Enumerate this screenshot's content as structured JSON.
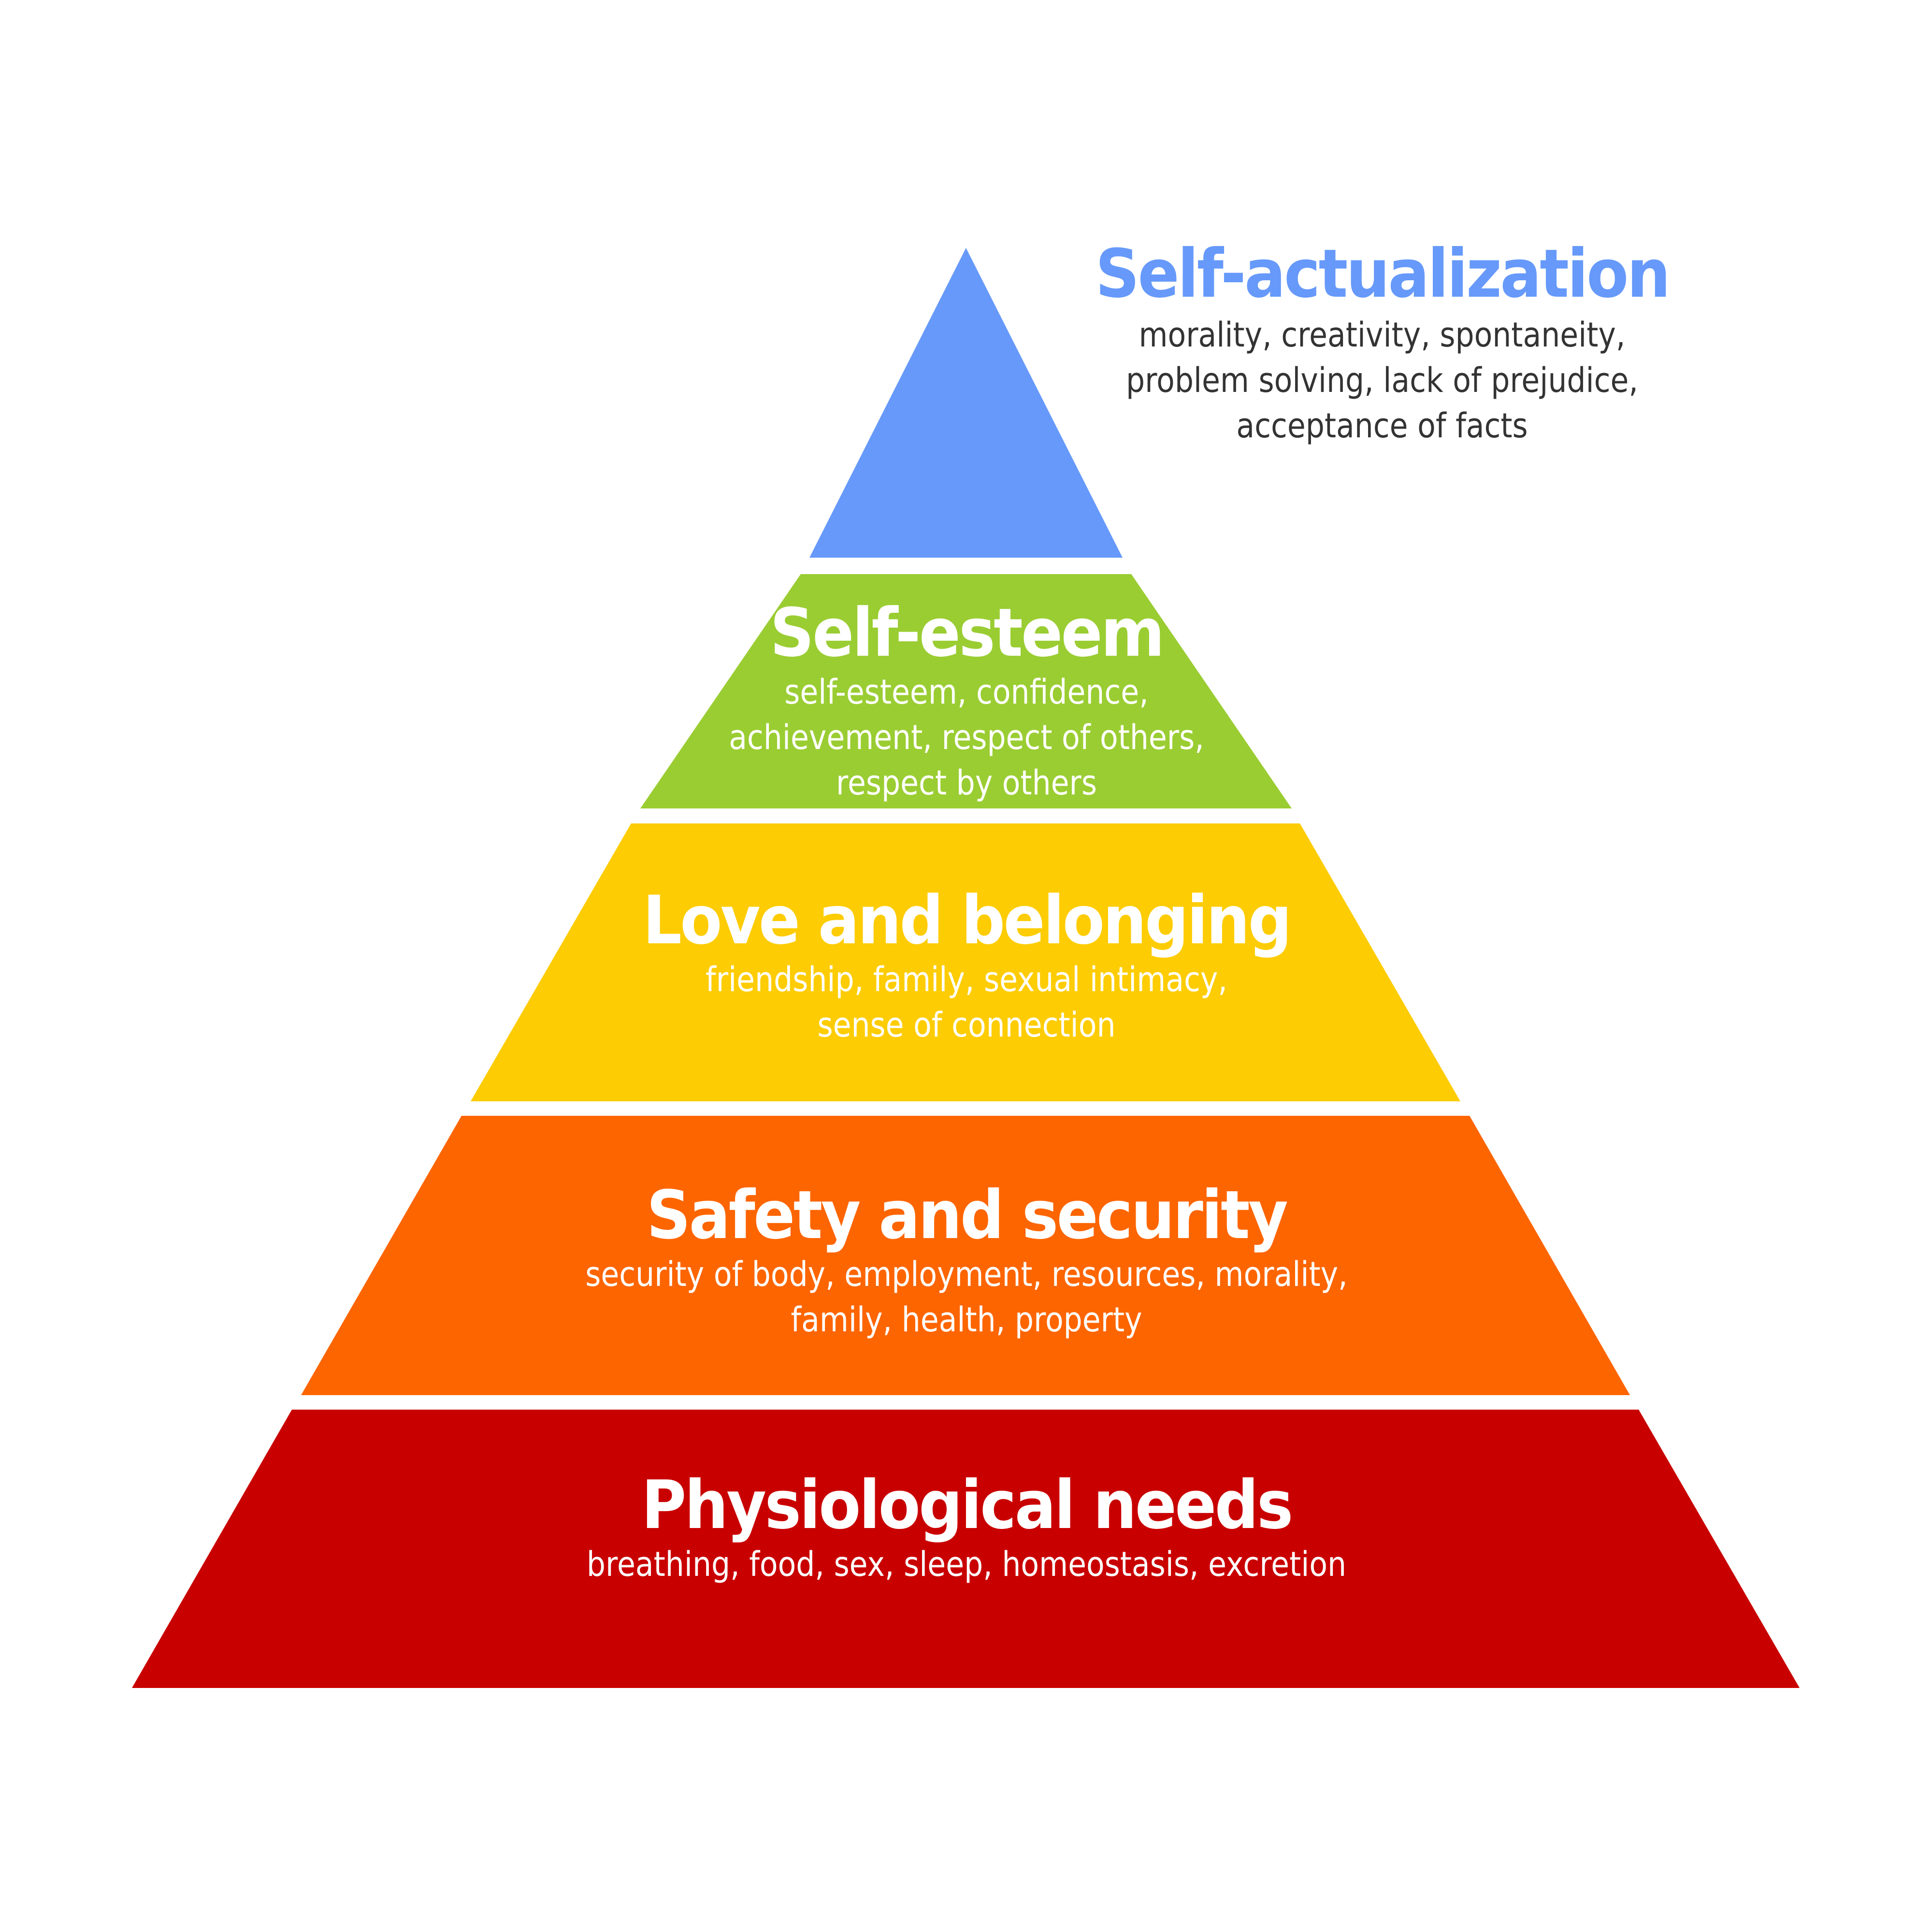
{
  "diagram": {
    "type": "pyramid",
    "levels": [
      {
        "title": "Self-actualization",
        "description_lines": [
          "morality, creativity, spontaneity,",
          "problem solving, lack of prejudice,",
          "acceptance of facts"
        ],
        "color": "#6699fa",
        "title_color": "#6699fa",
        "text_color": "#333333"
      },
      {
        "title": "Self-esteem",
        "description_lines": [
          "self-esteem, confidence,",
          "achievement, respect of others,",
          "respect by others"
        ],
        "color": "#9acd32",
        "title_color": "#ffffff",
        "text_color": "#ffffff"
      },
      {
        "title": "Love and belonging",
        "description_lines": [
          "friendship, family, sexual intimacy,",
          "sense of connection"
        ],
        "color": "#fdcc02",
        "title_color": "#ffffff",
        "text_color": "#ffffff"
      },
      {
        "title": "Safety and security",
        "description_lines": [
          "security of body, employment, resources, morality,",
          "family, health, property"
        ],
        "color": "#fd6500",
        "title_color": "#ffffff",
        "text_color": "#ffffff"
      },
      {
        "title": "Physiological needs",
        "description_lines": [
          "breathing, food, sex, sleep, homeostasis, excretion"
        ],
        "color": "#c90000",
        "title_color": "#ffffff",
        "text_color": "#ffffff"
      }
    ]
  }
}
